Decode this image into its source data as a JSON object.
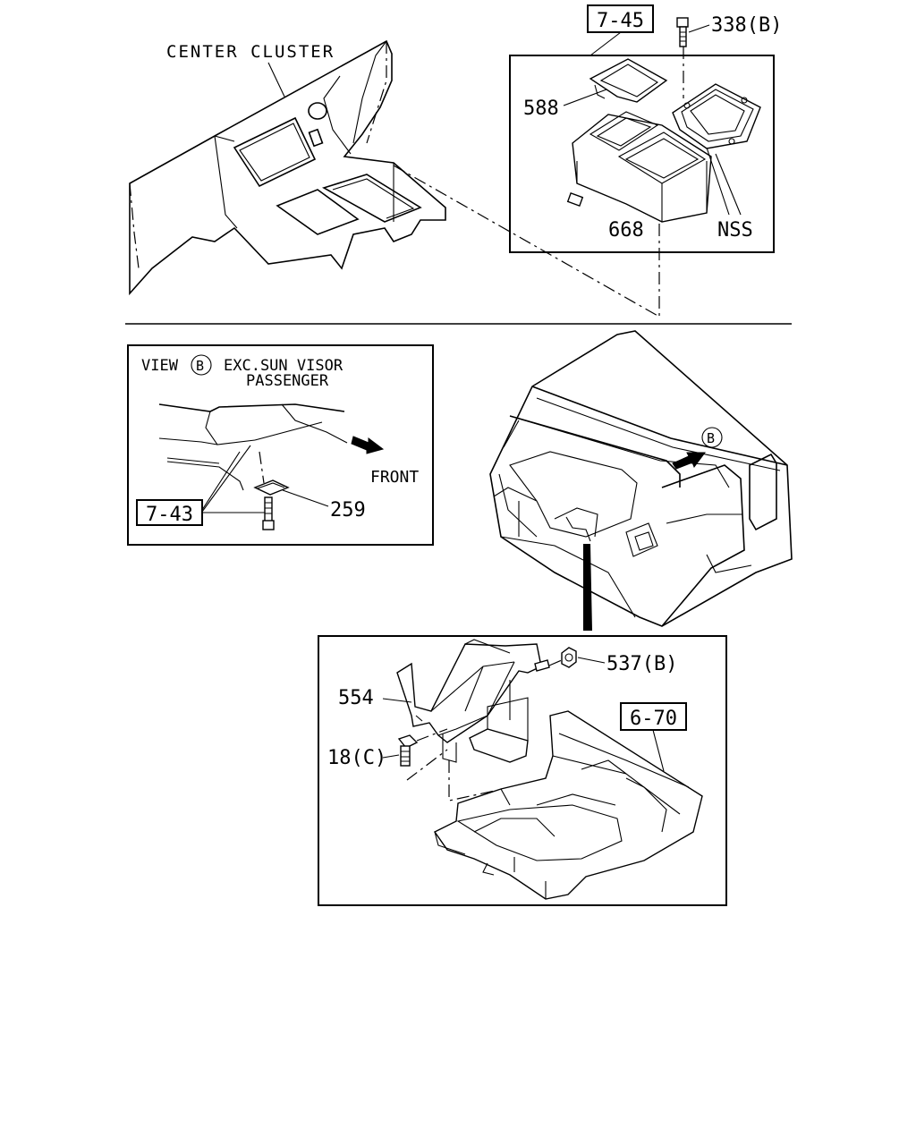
{
  "labels": {
    "center_cluster": "CENTER CLUSTER",
    "ref_7_45": "7-45",
    "part_338b": "338(B)",
    "part_588": "588",
    "part_668": "668",
    "nss": "NSS",
    "view_b_prefix": "VIEW",
    "view_b_circle": "B",
    "exc_sun_visor": "EXC.SUN VISOR",
    "passenger": "PASSENGER",
    "front": "FRONT",
    "ref_7_43": "7-43",
    "part_259": "259",
    "callout_b": "B",
    "part_537b": "537(B)",
    "part_554": "554",
    "ref_6_70": "6-70",
    "part_18c": "18(C)"
  }
}
